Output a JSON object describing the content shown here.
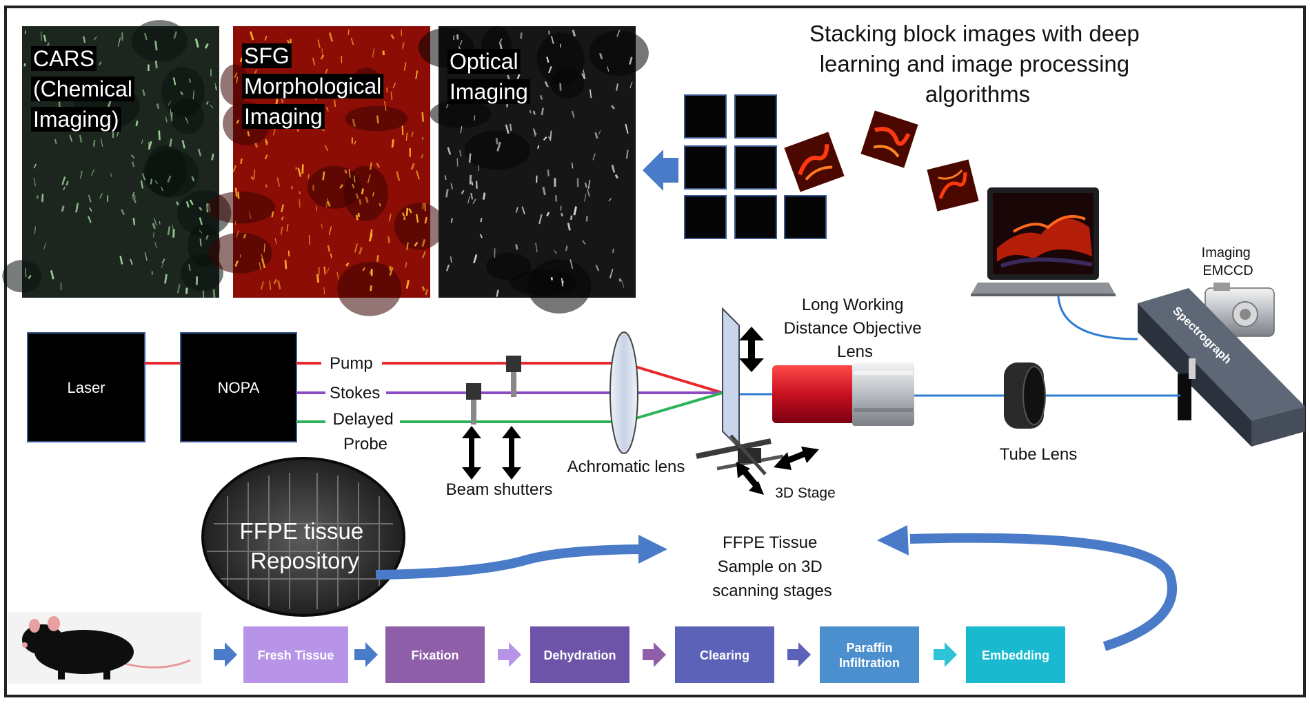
{
  "panels": {
    "cars": [
      "CARS",
      "(Chemical",
      "Imaging)"
    ],
    "sfg": [
      "SFG",
      "Morphological",
      "Imaging"
    ],
    "optical": [
      "Optical",
      "Imaging"
    ]
  },
  "stacking_caption": [
    "Stacking block images with deep",
    "learning and image processing",
    "algorithms"
  ],
  "devices": {
    "camera": [
      "Imaging",
      "EMCCD"
    ],
    "spectrograph": "Spectrograph",
    "objective": [
      "Long Working",
      "Distance Objective",
      "Lens"
    ],
    "tube_lens": "Tube Lens",
    "achromatic_lens": "Achromatic lens",
    "stage": "3D Stage",
    "beam_shutters": "Beam shutters"
  },
  "sources": {
    "laser": "Laser",
    "nopa": "NOPA"
  },
  "beams": {
    "pump": {
      "label": "Pump",
      "color": "#e8262b"
    },
    "stokes": {
      "label": "Stokes",
      "color": "#8a4bc3"
    },
    "probe": {
      "label": [
        "Delayed",
        "Probe"
      ],
      "color": "#2db35a"
    },
    "signal_color": "#2b7bd1"
  },
  "repository": [
    "FFPE tissue",
    "Repository"
  ],
  "sample": [
    "FFPE Tissue",
    "Sample on 3D",
    "scanning stages"
  ],
  "pipeline": {
    "steps": [
      {
        "label": [
          "Fresh Tissue"
        ],
        "color": "#b794e8"
      },
      {
        "label": [
          "Fixation"
        ],
        "color": "#8e5ea8"
      },
      {
        "label": [
          "Dehydration"
        ],
        "color": "#6e54a8"
      },
      {
        "label": [
          "Clearing"
        ],
        "color": "#5b62b8"
      },
      {
        "label": [
          "Paraffin",
          "Infiltration"
        ],
        "color": "#4b8fcf"
      },
      {
        "label": [
          "Embedding"
        ],
        "color": "#19b9cf"
      }
    ]
  },
  "colors": {
    "flow_arrow": "#4a7bc8"
  }
}
